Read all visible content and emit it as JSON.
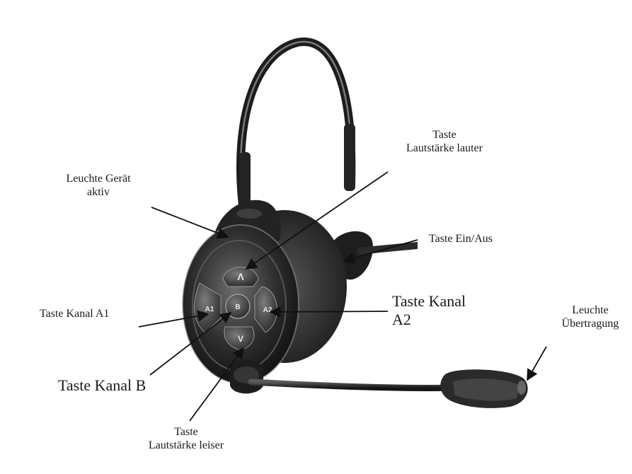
{
  "labels": {
    "leuchte_geraet_line1": "Leuchte Gerät",
    "leuchte_geraet_line2": "aktiv",
    "laut_lauter_line1": "Taste",
    "laut_lauter_line2": "Lautstärke lauter",
    "ein_aus": "Taste Ein/Aus",
    "kanal_a1": "Taste Kanal A1",
    "kanal_a2_line1": "Taste Kanal",
    "kanal_a2_line2": "A2",
    "kanal_b": "Taste Kanal B",
    "laut_leiser_line1": "Taste",
    "laut_leiser_line2": "Lautstärke leiser",
    "leuchte_uebertragung_line1": "Leuchte",
    "leuchte_uebertragung_line2": "Übertragung"
  },
  "buttons": {
    "up": "Λ",
    "down": "V",
    "a1": "A1",
    "a2": "A2",
    "b": "B"
  },
  "colors": {
    "headset_body": "#2b2b2b",
    "headset_highlight": "#8a8a8a",
    "cushion": "#3c3c3c",
    "arrow": "#111111"
  }
}
